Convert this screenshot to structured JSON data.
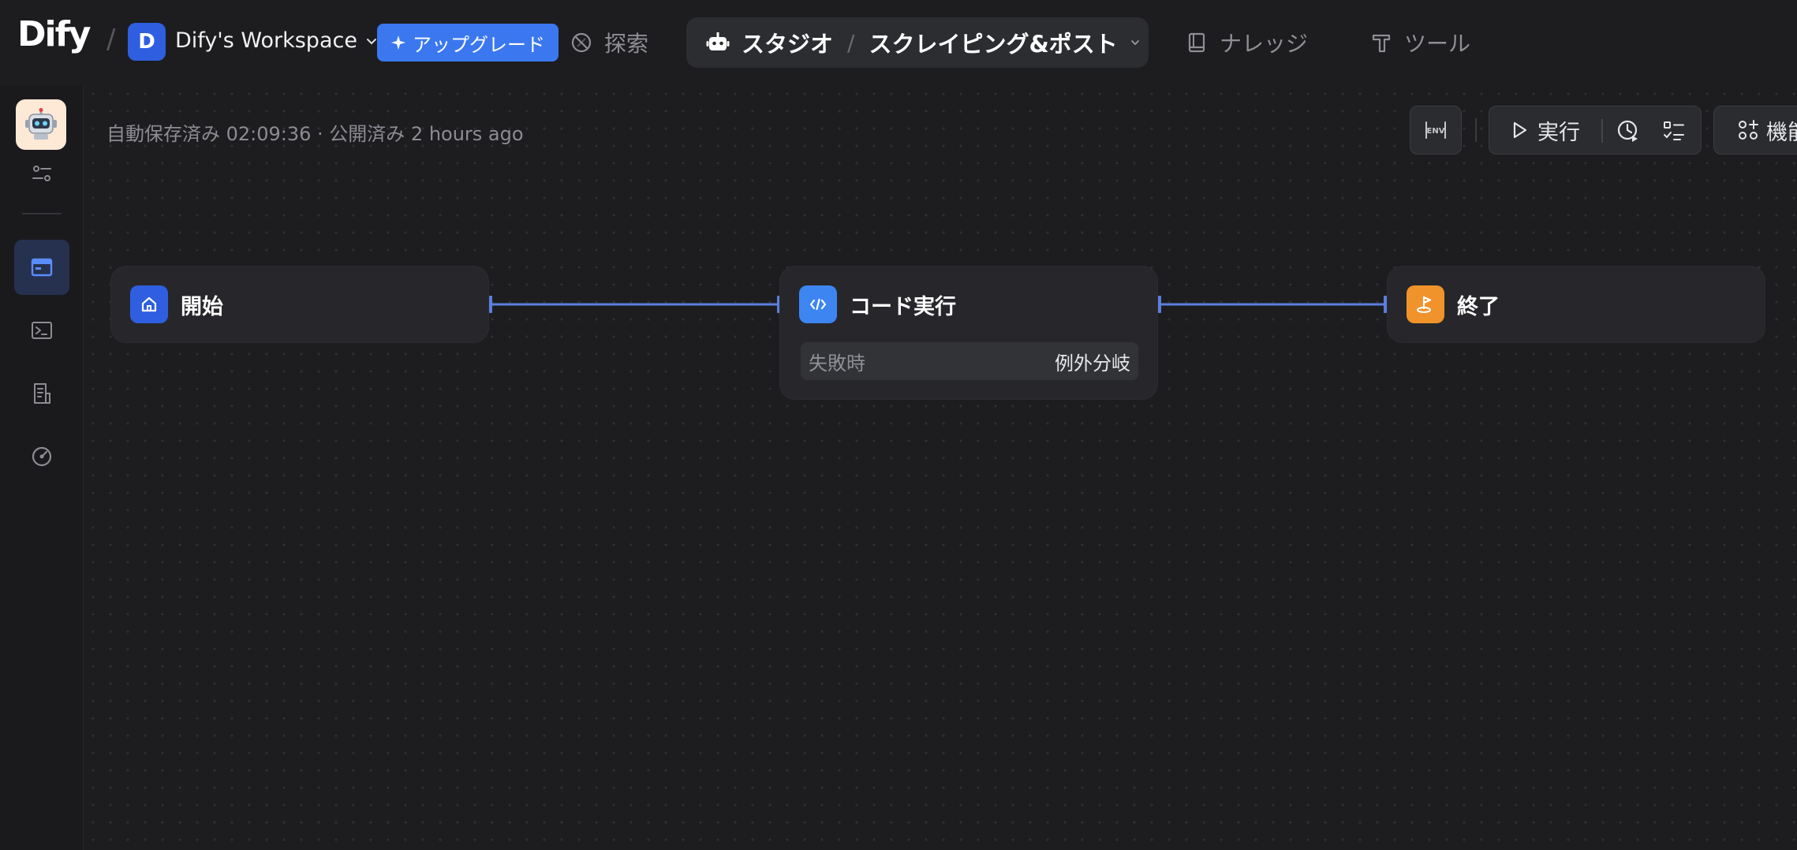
{
  "brand": {
    "logo": "Dify"
  },
  "workspace": {
    "initial": "D",
    "name": "Dify's Workspace"
  },
  "upgrade_label": "アップグレード",
  "nav": {
    "explore": "探索",
    "studio": "スタジオ",
    "app_name": "スクレイピング&ポスト",
    "knowledge": "ナレッジ",
    "tools": "ツール"
  },
  "status": {
    "text": "自動保存済み 02:09:36 · 公開済み 2 hours ago"
  },
  "toolbar": {
    "env": "ENV",
    "run": "実行",
    "features": "機能"
  },
  "nodes": {
    "start": {
      "title": "開始"
    },
    "code": {
      "title": "コード実行",
      "fail_label": "失敗時",
      "fail_value": "例外分岐"
    },
    "end": {
      "title": "終了"
    }
  },
  "colors": {
    "accent": "#3b78f0",
    "start_icon": "#2f5fe0",
    "code_icon": "#3d86f2",
    "end_icon": "#f0932b",
    "edge": "#5b7fe0"
  }
}
